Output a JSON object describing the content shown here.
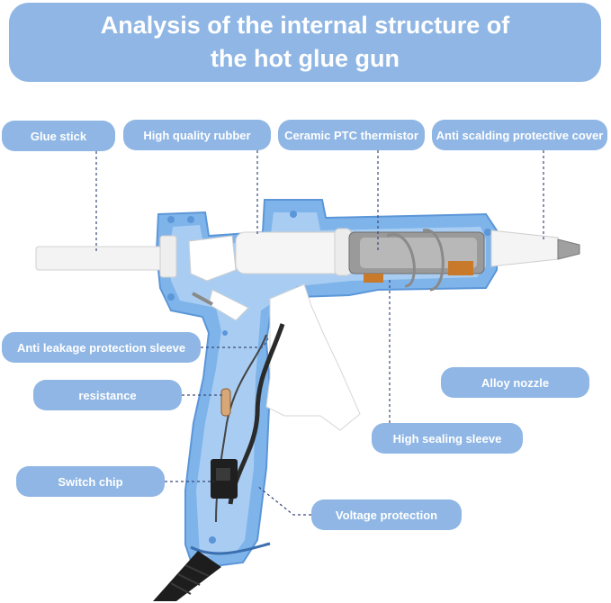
{
  "title": {
    "line1": "Analysis of the internal structure of",
    "line2": "the hot glue gun"
  },
  "labels": {
    "glue_stick": "Glue stick",
    "rubber": "High quality rubber",
    "ptc": "Ceramic PTC thermistor",
    "cover": "Anti scalding protective cover",
    "leakage": "Anti leakage protection sleeve",
    "resistance": "resistance",
    "nozzle": "Alloy nozzle",
    "sealing": "High sealing sleeve",
    "switch": "Switch chip",
    "voltage": "Voltage protection"
  },
  "colors": {
    "accent": "#8fb6e4",
    "body_blue": "#7fb4ea",
    "body_blue_dark": "#5b96d8",
    "leader": "#3a4a7a"
  }
}
